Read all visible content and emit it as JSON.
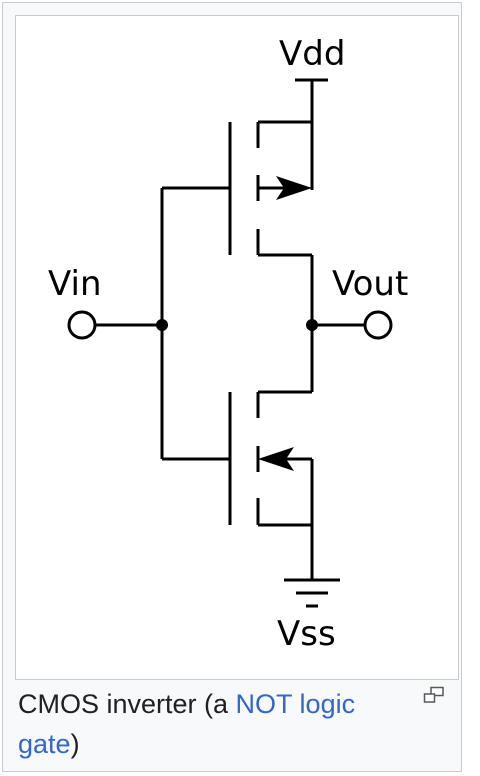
{
  "diagram": {
    "labels": {
      "vdd": "Vdd",
      "vin": "Vin",
      "vout": "Vout",
      "vss": "Vss"
    },
    "stroke_color": "#000000"
  },
  "caption": {
    "prefix": "CMOS inverter (a ",
    "link_text": "NOT logic gate",
    "suffix": ")",
    "link_color": "#3366cc",
    "magnify_icon": "magnify-icon"
  }
}
